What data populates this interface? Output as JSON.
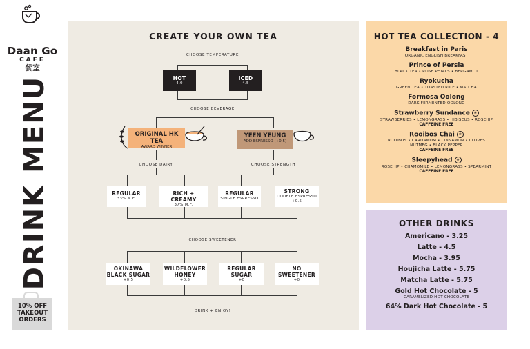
{
  "brand": {
    "name": "Daan Go",
    "sub": "CAFE",
    "cjk": "餐室",
    "title": "DRINK MENU",
    "promo": [
      "10% OFF",
      "TAKEOUT",
      "ORDERS"
    ]
  },
  "create": {
    "title": "CREATE YOUR OWN TEA",
    "choose_temperature": "CHOOSE TEMPERATURE",
    "hot": {
      "name": "HOT",
      "price": "4.0"
    },
    "iced": {
      "name": "ICED",
      "price": "4.5"
    },
    "choose_beverage": "CHOOSE BEVERAGE",
    "original": {
      "name": "ORIGINAL HK TEA",
      "sub": "AWARD WINNER"
    },
    "yeen": {
      "name": "YEEN YEUNG",
      "sub": "ADD ESPRESSO (+0.5)"
    },
    "choose_dairy": "CHOOSE DAIRY",
    "choose_strength": "CHOOSE STRENGTH",
    "dairy": [
      {
        "name": "REGULAR",
        "sub": "33% M.F."
      },
      {
        "name": "RICH + CREAMY",
        "sub": "37% M.F."
      }
    ],
    "strength": [
      {
        "name": "REGULAR",
        "sub": "SINGLE ESPRESSO",
        "extra": ""
      },
      {
        "name": "STRONG",
        "sub": "DOUBLE ESPRESSO",
        "extra": "+0.5"
      }
    ],
    "choose_sweetener": "CHOOSE SWEETENER",
    "sweeteners": [
      {
        "l1": "OKINAWA",
        "l2": "BLACK SUGAR",
        "p": "+0.5"
      },
      {
        "l1": "WILDFLOWER",
        "l2": "HONEY",
        "p": "+0.5"
      },
      {
        "l1": "REGULAR",
        "l2": "SUGAR",
        "p": "+0"
      },
      {
        "l1": "NO",
        "l2": "SWEETENER",
        "p": "+0"
      }
    ],
    "enjoy": "DRINK + ENJOY!"
  },
  "hot_tea": {
    "title": "HOT TEA COLLECTION - 4",
    "items": [
      {
        "name": "Breakfast in Paris",
        "desc": "ORGANIC ENGLISH BREAKFAST",
        "desc2": "",
        "note": "",
        "vegan": false
      },
      {
        "name": "Prince of Persia",
        "desc": "BLACK TEA • ROSE PETALS • BERGAMOT",
        "desc2": "",
        "note": "",
        "vegan": false
      },
      {
        "name": "Ryokucha",
        "desc": "GREEN TEA • TOASTED RICE • MATCHA",
        "desc2": "",
        "note": "",
        "vegan": false
      },
      {
        "name": "Formosa Oolong",
        "desc": "DARK FERMENTED OOLONG",
        "desc2": "",
        "note": "",
        "vegan": false
      },
      {
        "name": "Strawberry Sundance",
        "desc": "STRAWBERRIES • LEMONGRASS • HIBISCUS • ROSEHIP",
        "desc2": "",
        "note": "CAFFEINE FREE",
        "vegan": true
      },
      {
        "name": "Rooibos Chai",
        "desc": "ROOIBOS • CARDAMOM • CINNAMON • CLOVES",
        "desc2": "NUTMEG • BLACK PEPPER",
        "note": "CAFFEINE FREE",
        "vegan": true
      },
      {
        "name": "Sleepyhead",
        "desc": "ROSEHIP • CHAMOMILE • LEMONGRASS • SPEARMINT",
        "desc2": "",
        "note": "CAFFEINE FREE",
        "vegan": true
      }
    ]
  },
  "other": {
    "title": "OTHER DRINKS",
    "items": [
      {
        "name": "Americano - 3.25",
        "sub": ""
      },
      {
        "name": "Latte - 4.5",
        "sub": ""
      },
      {
        "name": "Mocha - 3.95",
        "sub": ""
      },
      {
        "name": "Houjicha Latte - 5.75",
        "sub": ""
      },
      {
        "name": "Matcha Latte - 5.75",
        "sub": ""
      },
      {
        "name": "Gold Hot Chocolate - 5",
        "sub": "CARAMELIZED HOT CHOCOLATE"
      },
      {
        "name": "64% Dark Hot Chocolate - 5",
        "sub": ""
      }
    ]
  }
}
